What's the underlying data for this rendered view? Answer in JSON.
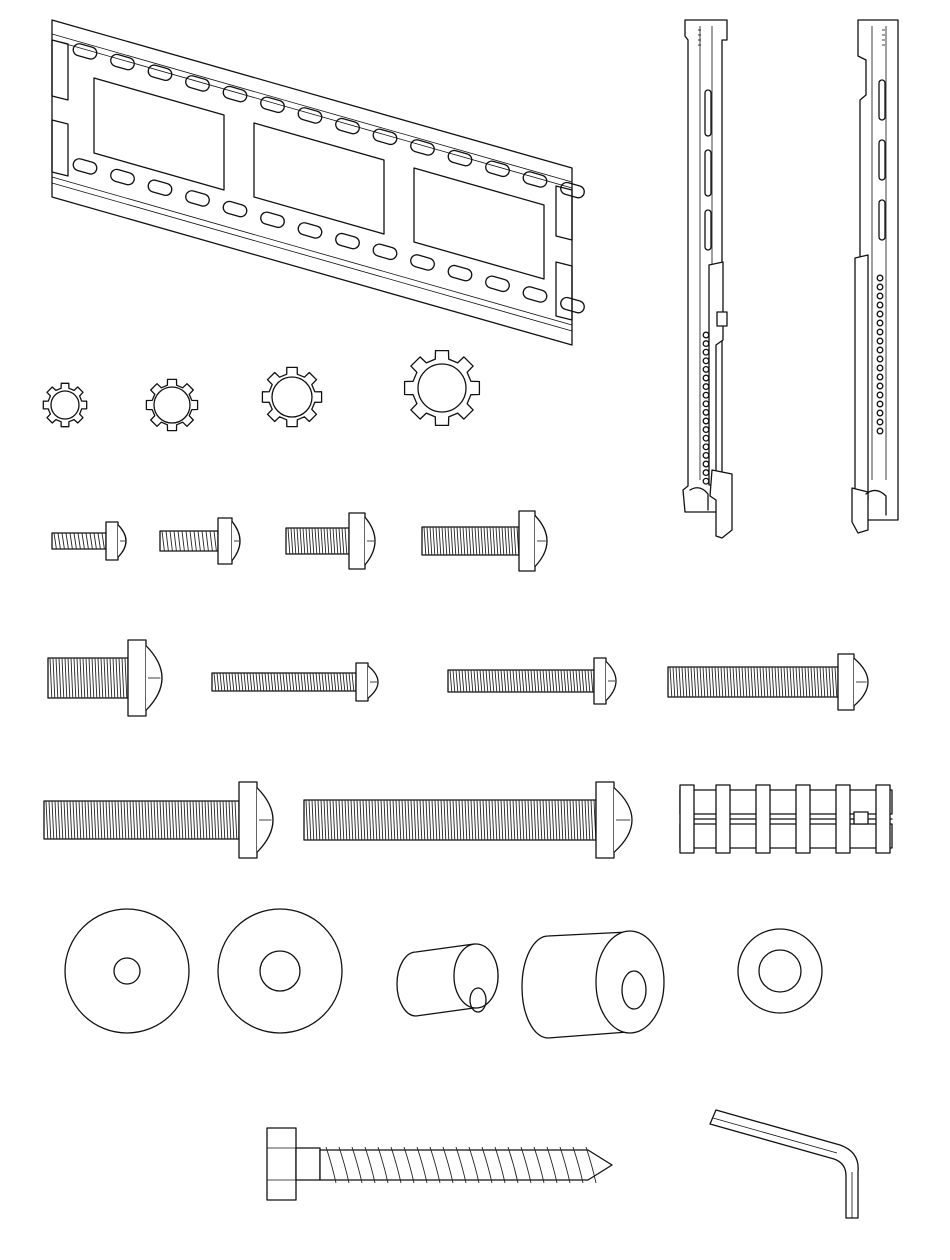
{
  "figure": {
    "kind": "hardware-parts-illustration",
    "style": "black line art on white",
    "text": ""
  },
  "parts": [
    {
      "name": "wall-plate"
    },
    {
      "name": "tv-bracket-left"
    },
    {
      "name": "tv-bracket-right"
    },
    {
      "name": "lock-washer",
      "count": 4
    },
    {
      "name": "short-machine-screw",
      "count": 4
    },
    {
      "name": "medium-machine-screw",
      "count": 4
    },
    {
      "name": "long-machine-screw",
      "count": 2
    },
    {
      "name": "drywall-anchor"
    },
    {
      "name": "large-flat-washer",
      "count": 2
    },
    {
      "name": "spacer",
      "count": 2
    },
    {
      "name": "small-washer"
    },
    {
      "name": "lag-bolt"
    },
    {
      "name": "hex-key"
    }
  ]
}
